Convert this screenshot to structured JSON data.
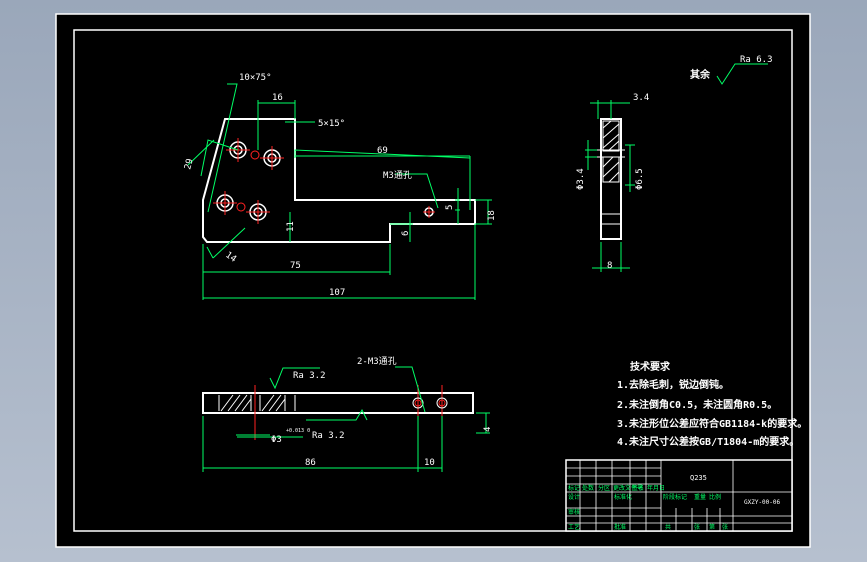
{
  "drawing": {
    "roughness_other": "其余",
    "roughness_other_value": "Ra 6.3",
    "top_view": {
      "chamfer_large": "10×75°",
      "chamfer_small": "5×15°",
      "dim_16": "16",
      "dim_69": "69",
      "dim_29": "29",
      "thread_label": "M3通孔",
      "dim_5": "5",
      "dim_18": "18",
      "dim_6": "6",
      "dim_11": "11",
      "dim_14": "14",
      "dim_75": "75",
      "dim_107": "107"
    },
    "side_view": {
      "dim_3_4": "3.4",
      "dim_6_3": "Φ3.4",
      "dim_6_5": "Φ6.5",
      "dim_8": "8"
    },
    "front_view": {
      "roughness_top": "Ra 3.2",
      "thread_label": "2-M3通孔",
      "hole_dim": "Φ3",
      "hole_tol": "+0.013\n0",
      "roughness_bottom": "Ra 3.2",
      "dim_4": "4",
      "dim_86": "86",
      "dim_10": "10"
    },
    "notes": {
      "title": "技术要求",
      "items": [
        "1.去除毛刺，锐边倒钝。",
        "2.未注倒角C0.5，未注圆角R0.5。",
        "3.未注形位公差应符合GB1184-k的要求。",
        "4.未注尺寸公差按GB/T1804-m的要求。"
      ]
    },
    "title_block": {
      "material": "Q235",
      "drawing_no": "GXZY-00-06",
      "scale_cells": [
        "标记",
        "处数",
        "分区",
        "更改文件号",
        "签名",
        "年月日"
      ],
      "design_cells": [
        "设计",
        "标准化",
        "阶段标记",
        "重量",
        "比例"
      ],
      "bottom_cells": [
        "审核",
        "工艺",
        "批准",
        "共",
        "张",
        "第",
        "张"
      ]
    }
  },
  "colors": {
    "paper": "#000000",
    "frame": "#ffffff",
    "dimension": "#00ff66",
    "centerline": "#ff2222",
    "hatch": "#ffffff",
    "leader": "#00e1ff"
  }
}
